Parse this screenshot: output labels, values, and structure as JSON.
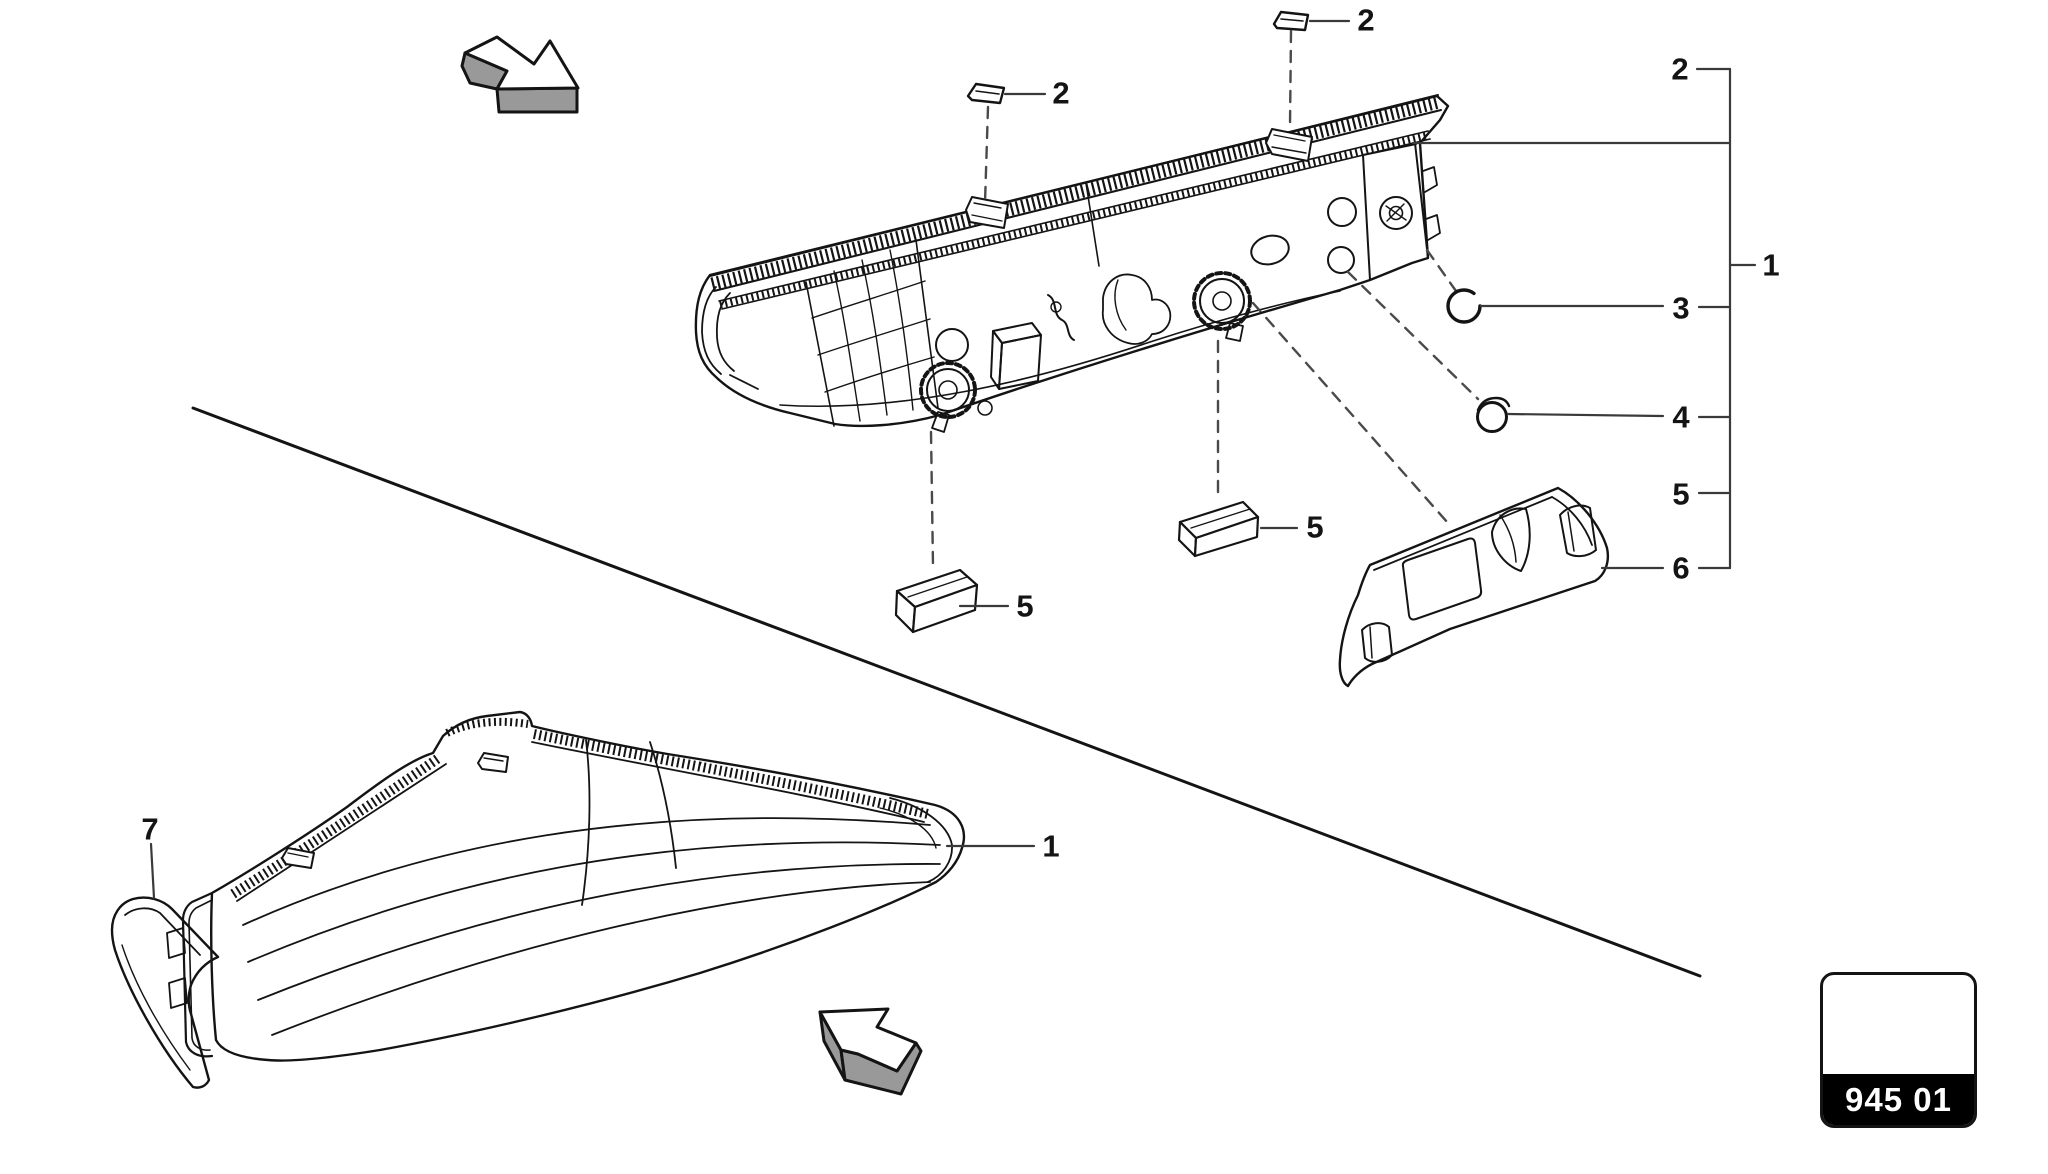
{
  "diagram": {
    "plate_code": "945 01",
    "callouts": {
      "clip_top": "2",
      "clip_mid": "2",
      "column": {
        "n2": "2",
        "n1": "1",
        "n3": "3",
        "n4": "4",
        "n5": "5",
        "n6": "6"
      },
      "pad_left": "5",
      "pad_right": "5",
      "lamp": "1",
      "trim": "7"
    },
    "colors": {
      "line": "#141414",
      "arrow_gray": "#999999",
      "plate_label_bg": "#000000",
      "plate_label_text": "#ffffff"
    }
  }
}
